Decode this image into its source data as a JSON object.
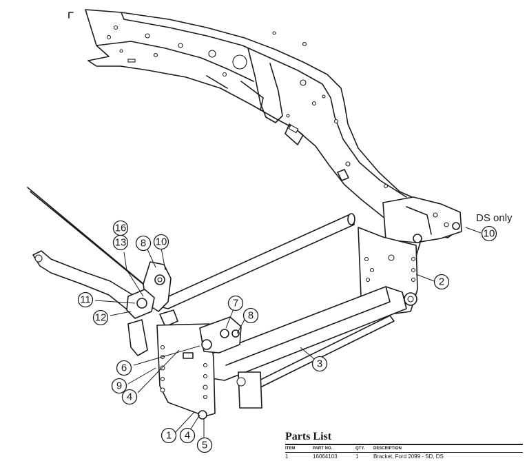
{
  "diagram": {
    "callouts": [
      {
        "id": "c16",
        "label": "16"
      },
      {
        "id": "c13",
        "label": "13"
      },
      {
        "id": "c8a",
        "label": "8"
      },
      {
        "id": "c10a",
        "label": "10"
      },
      {
        "id": "c11",
        "label": "11"
      },
      {
        "id": "c12",
        "label": "12"
      },
      {
        "id": "c7",
        "label": "7"
      },
      {
        "id": "c8b",
        "label": "8"
      },
      {
        "id": "c6",
        "label": "6"
      },
      {
        "id": "c9",
        "label": "9"
      },
      {
        "id": "c4a",
        "label": "4"
      },
      {
        "id": "c3",
        "label": "3"
      },
      {
        "id": "c2",
        "label": "2"
      },
      {
        "id": "c10b",
        "label": "10"
      },
      {
        "id": "c1",
        "label": "1"
      },
      {
        "id": "c4b",
        "label": "4"
      },
      {
        "id": "c5",
        "label": "5"
      }
    ],
    "note": "DS only"
  },
  "parts_list": {
    "title": "Parts List",
    "headers": {
      "item": "ITEM",
      "part_no": "PART NO.",
      "qty": "QTY.",
      "description": "DESCRIPTION"
    },
    "rows": [
      {
        "item": "1",
        "part_no": "16064103",
        "qty": "1",
        "description": "Bracket, Ford 2099 - SD, DS"
      }
    ]
  }
}
